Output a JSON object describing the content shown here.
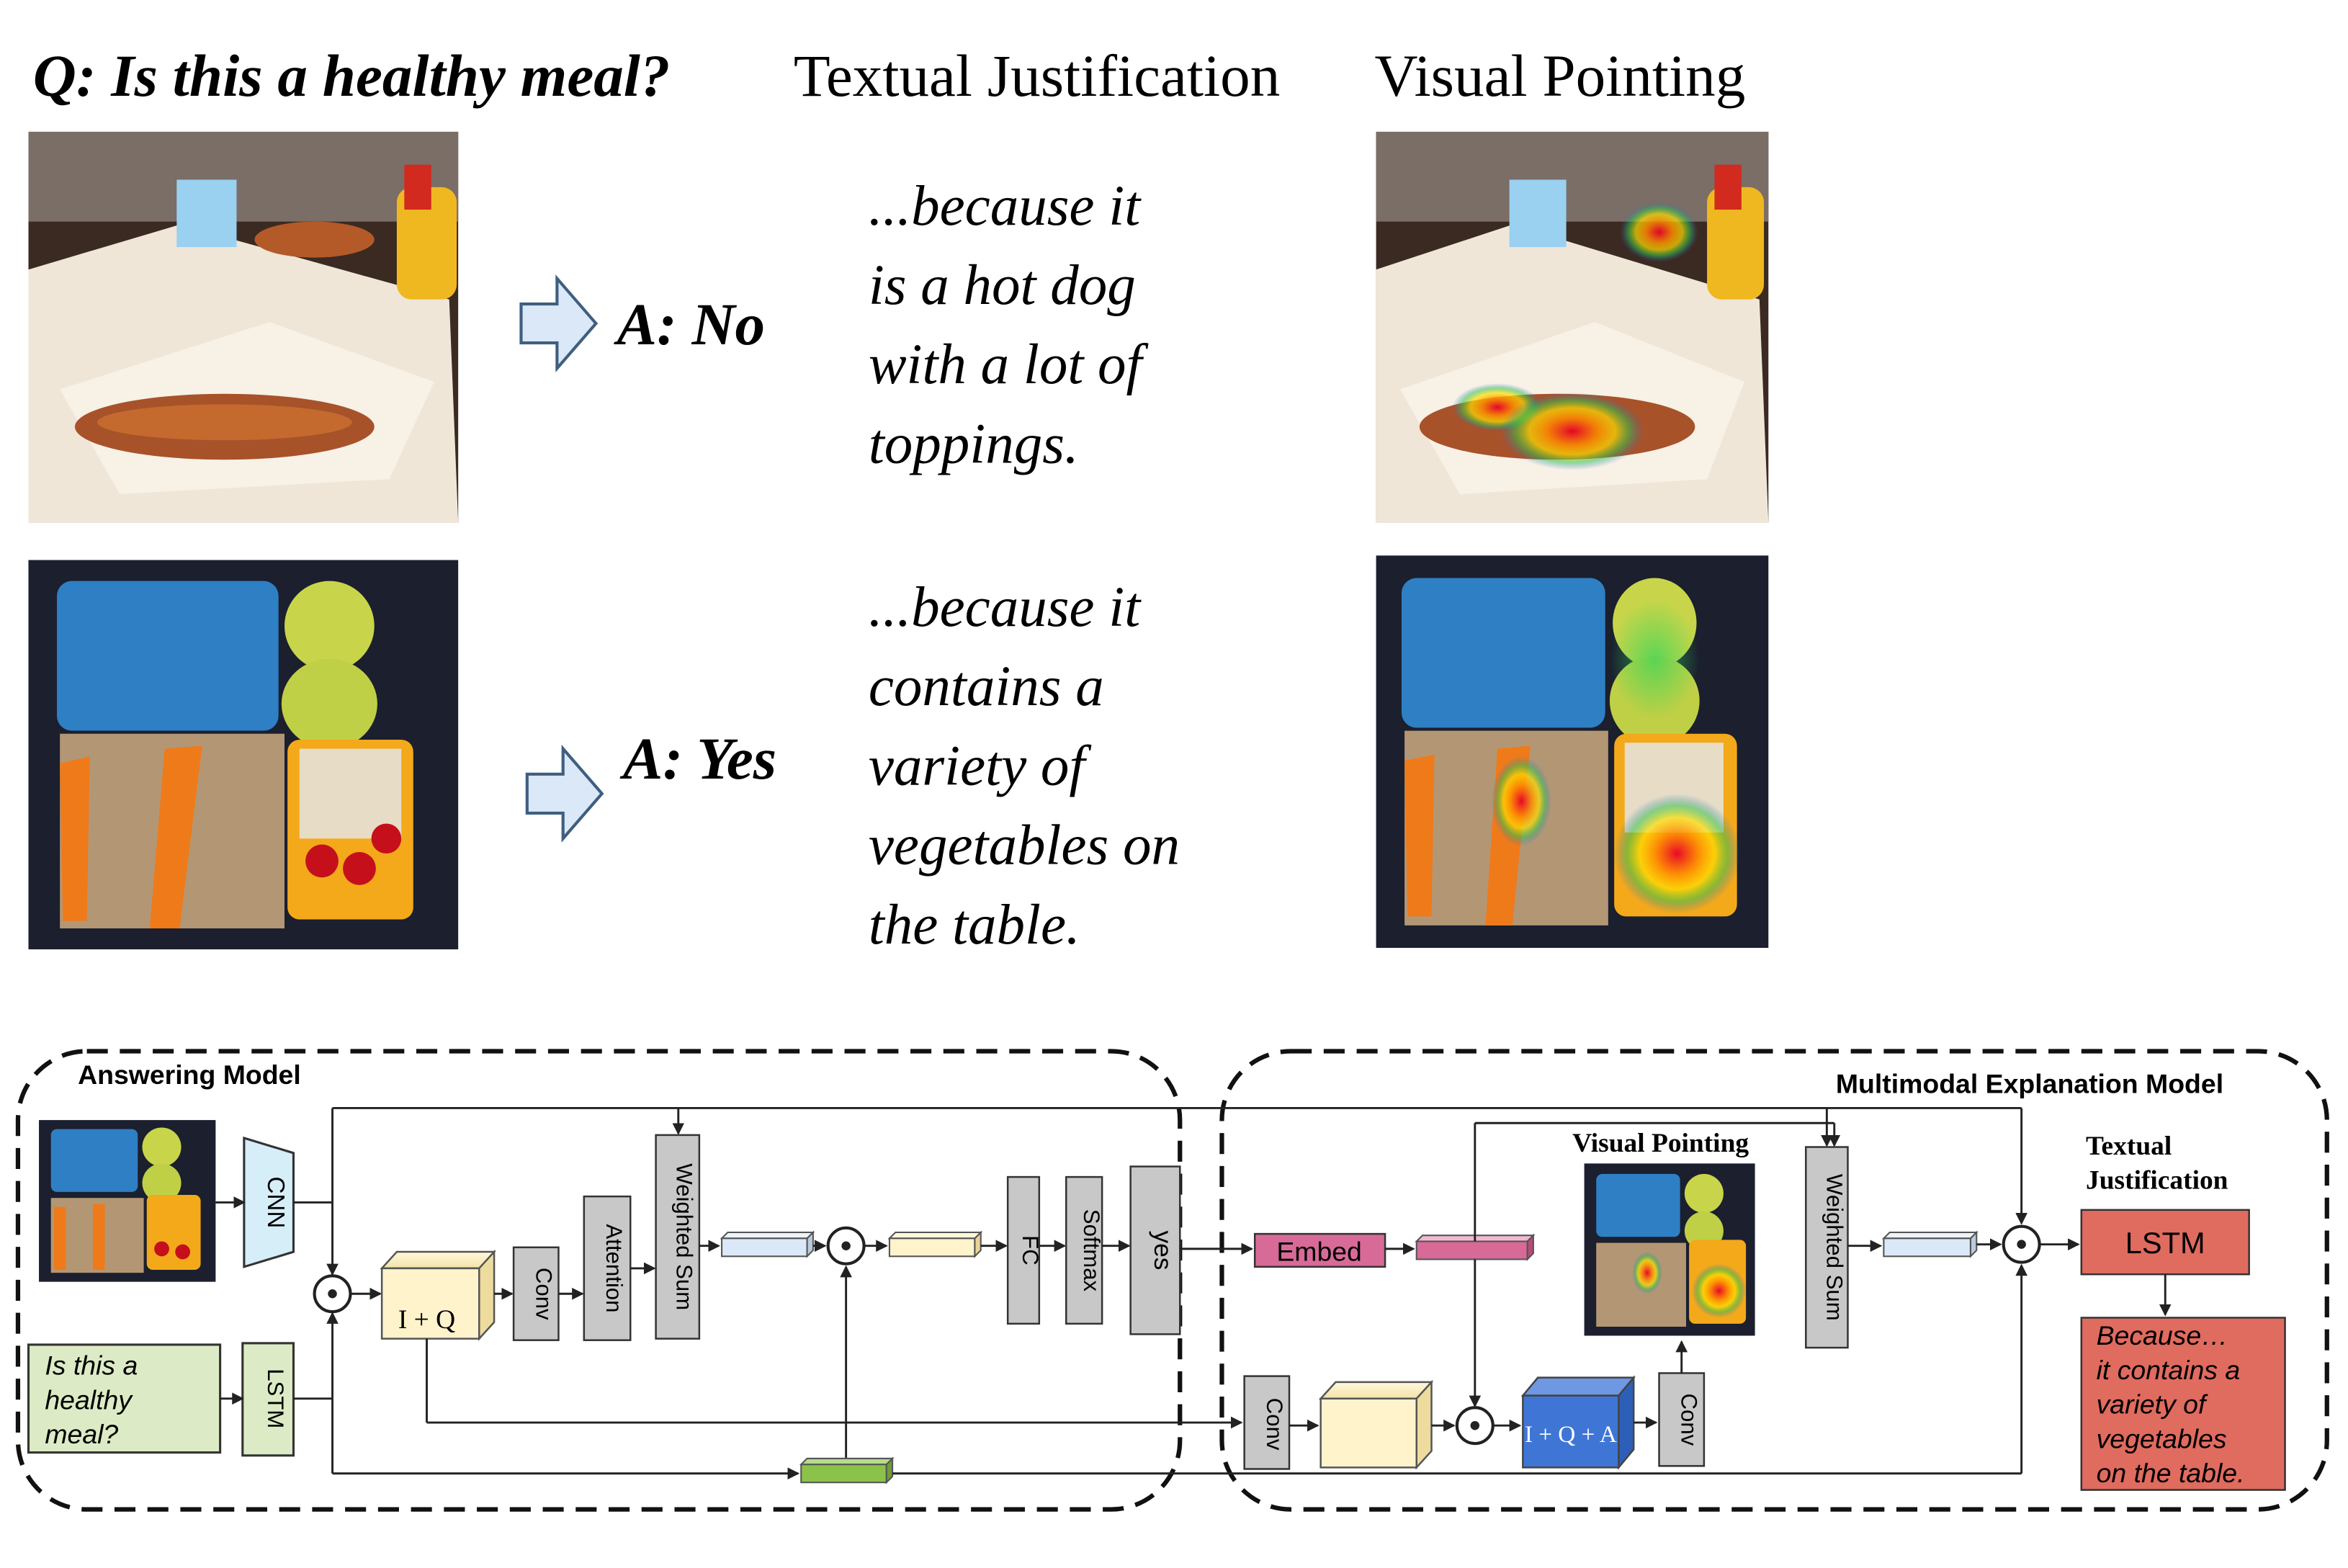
{
  "header": {
    "question": "Q: Is this a healthy meal?",
    "textual_title": "Textual Justification",
    "visual_title": "Visual Pointing"
  },
  "examples": [
    {
      "answer": "A: No",
      "justification_lines": [
        "...because it",
        "is a hot dog",
        "with a lot of",
        "toppings."
      ]
    },
    {
      "answer": "A: Yes",
      "justification_lines": [
        "...because it",
        "contains a",
        "variety of",
        "vegetables on",
        "the table."
      ]
    }
  ],
  "diagram": {
    "answering_model_title": "Answering Model",
    "explanation_model_title": "Multimodal Explanation Model",
    "question_box": [
      "Is this a",
      "healthy",
      "meal?"
    ],
    "cnn": "CNN",
    "lstm_q": "LSTM",
    "iq_cube": "I + Q",
    "conv1": "Conv",
    "attention": "Attention",
    "weighted_sum1": "Weighted Sum",
    "fc": "FC",
    "softmax": "Softmax",
    "yes": "yes",
    "embed": "Embed",
    "visual_pointing": "Visual Pointing",
    "weighted_sum2": "Weighted Sum",
    "textual_justification": [
      "Textual",
      "Justification"
    ],
    "lstm_out": "LSTM",
    "conv2": "Conv",
    "iqa_cube": "I + Q + A",
    "conv3": "Conv",
    "output_text": [
      "Because…",
      "it contains a",
      "variety of",
      "vegetables",
      "on the table."
    ]
  },
  "colors": {
    "arrow_fill": "#dbe8f7",
    "arrow_stroke": "#3f5f80",
    "cnn_fill": "#d6eef7",
    "lstm_q_fill": "#dcebc5",
    "iq_fill": "#fff3cc",
    "grey_box": "#c8c8c8",
    "embed_fill": "#d86a98",
    "iqa_fill": "#3f76d6",
    "lstm_out_fill": "#e06b5f",
    "green_bar": "#8bc34a"
  },
  "icons": [
    "right-arrow-icon",
    "hadamard-product-icon"
  ]
}
